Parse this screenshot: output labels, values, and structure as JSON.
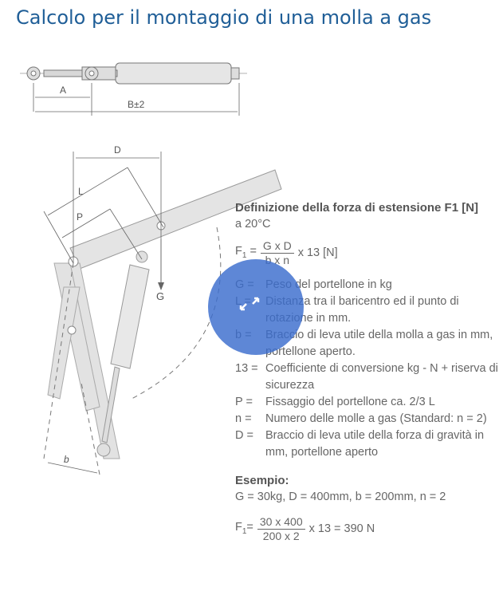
{
  "title": "Calcolo per il montaggio di una molla a gas",
  "drawing": {
    "label_A": "A",
    "label_B": "B±2",
    "label_D": "D",
    "label_L": "L",
    "label_P": "P",
    "label_G": "G",
    "label_b": "b"
  },
  "definition": {
    "heading": "Definizione della forza di estensione F1 [N]",
    "temperature": "a 20°C",
    "formula": {
      "lhs": "F",
      "lhs_sub": "1",
      "eq": "=",
      "numerator": "G x D",
      "denominator": "b x n",
      "rest": "x 13 [N]"
    },
    "legend": [
      {
        "key": "G =",
        "text": "Peso del portellone in kg"
      },
      {
        "key": "L =",
        "text": "Distanza tra il baricentro ed il punto di rotazione in mm."
      },
      {
        "key": "b =",
        "text": "Braccio di leva utile della molla a gas in mm, portellone aperto."
      },
      {
        "key": "13 =",
        "text": "Coefficiente di conversione kg - N + riserva di sicurezza"
      },
      {
        "key": "P =",
        "text": "Fissaggio del portellone ca. 2/3 L"
      },
      {
        "key": "n =",
        "text": "Numero delle molle a gas (Standard: n = 2)"
      },
      {
        "key": "D =",
        "text": "Braccio di leva utile della forza di gravità in mm, portellone aperto"
      }
    ]
  },
  "example": {
    "heading": "Esempio:",
    "values": "G = 30kg, D = 400mm, b = 200mm, n = 2",
    "formula": {
      "lhs": "F",
      "lhs_sub": "1",
      "eq": "=",
      "numerator": "30 x 400",
      "denominator": "200 x 2",
      "rest": "x 13 = 390 N"
    }
  },
  "colors": {
    "title": "#1f5e97",
    "cursor": "#3a6ccd",
    "line": "#666666"
  },
  "icons": {
    "cursor": "move-cursor-icon"
  }
}
